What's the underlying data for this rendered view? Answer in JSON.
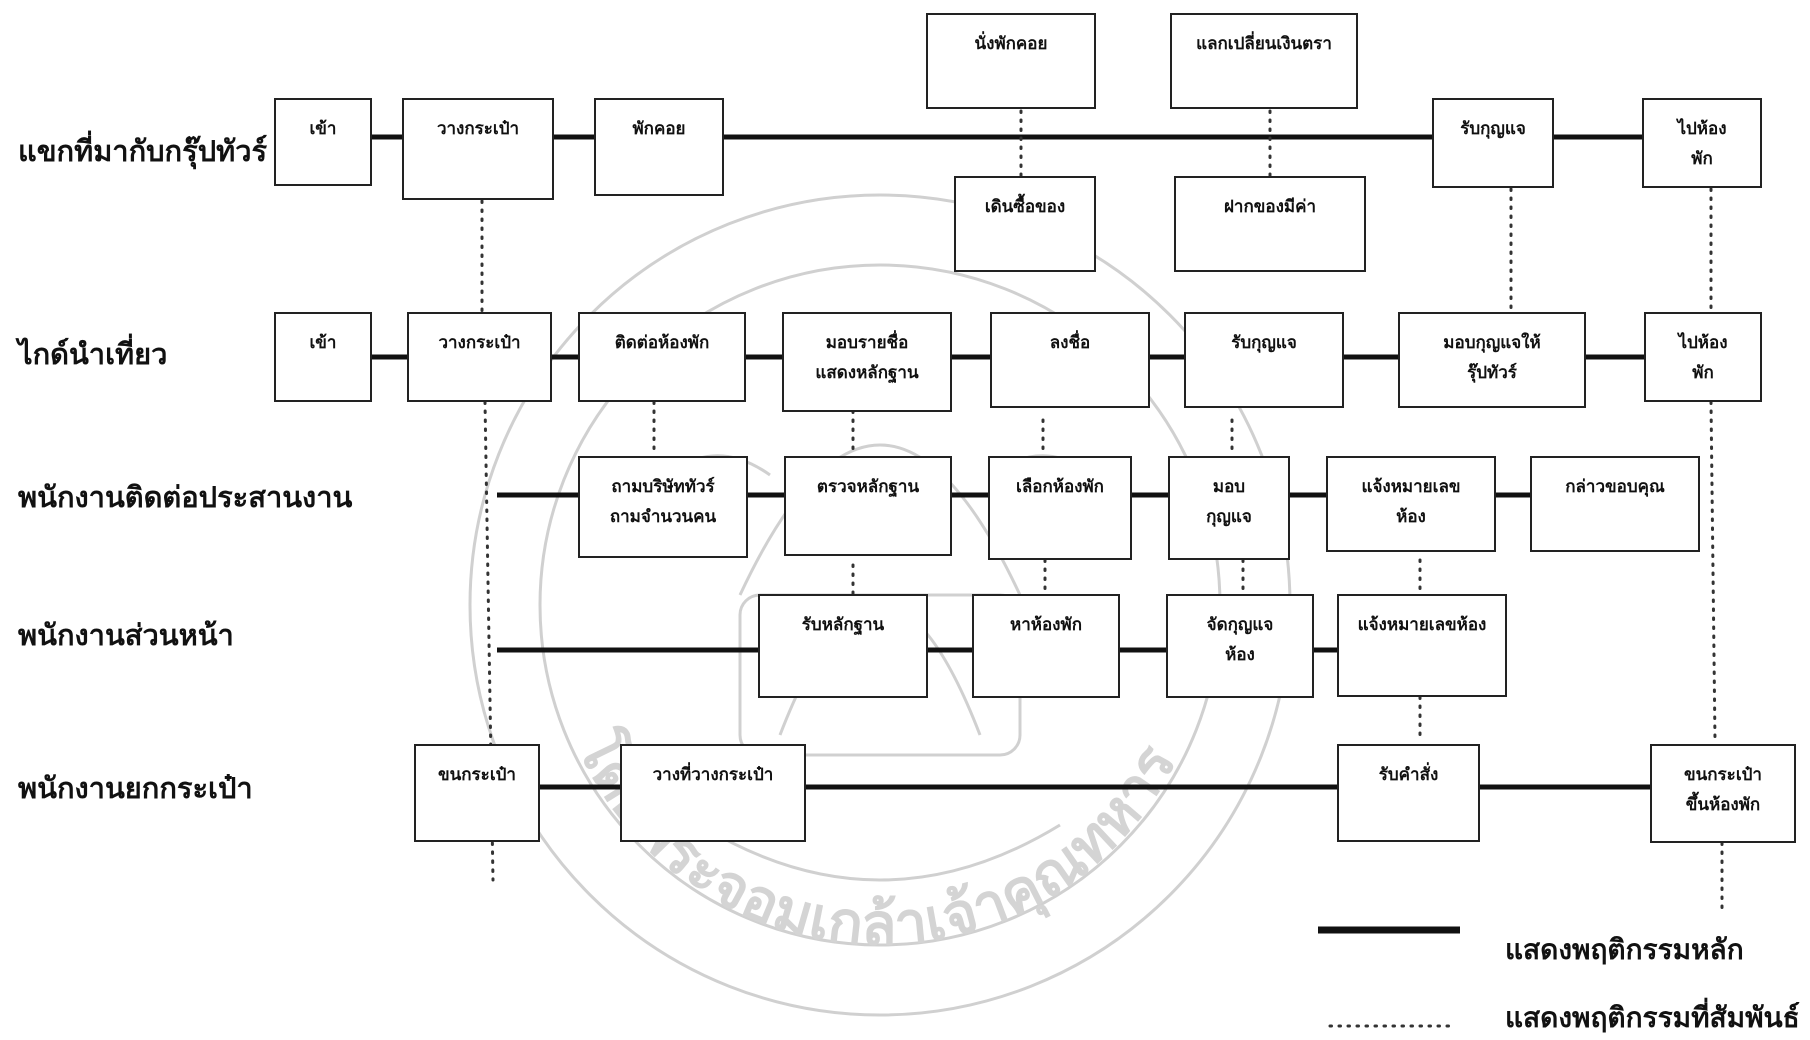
{
  "lanes": {
    "guests": "แขกที่มากับกรุ๊ปทัวร์",
    "guide": "ไกด์นำเที่ยว",
    "coordinator": "พนักงานติดต่อประสานงาน",
    "front": "พนักงานส่วนหน้า",
    "porter": "พนักงานยกกระเป๋า"
  },
  "boxes": {
    "g_enter": [
      "เข้า"
    ],
    "g_bag": [
      "วางกระเป๋า"
    ],
    "g_wait": [
      "พักคอย"
    ],
    "g_sit": [
      "นั่งพักคอย"
    ],
    "g_shop": [
      "เดินซื้อของ"
    ],
    "g_exchange": [
      "แลกเปลี่ยนเงินตรา"
    ],
    "g_deposit": [
      "ฝากของมีค่า"
    ],
    "g_key": [
      "รับกุญแจ"
    ],
    "g_room": [
      "ไปห้อง",
      "พัก"
    ],
    "t_enter": [
      "เข้า"
    ],
    "t_bag": [
      "วางกระเป๋า"
    ],
    "t_contact": [
      "ติดต่อห้องพัก"
    ],
    "t_list": [
      "มอบรายชื่อ",
      "แสดงหลักฐาน"
    ],
    "t_sign": [
      "ลงชื่อ"
    ],
    "t_key": [
      "รับกุญแจ"
    ],
    "t_give": [
      "มอบกุญแจให้",
      "รุ๊ปทัวร์"
    ],
    "t_room": [
      "ไปห้อง",
      "พัก"
    ],
    "c_ask": [
      "ถามบริษัททัวร์",
      "ถามจำนวนคน"
    ],
    "c_check": [
      "ตรวจหลักฐาน"
    ],
    "c_choose": [
      "เลือกห้องพัก"
    ],
    "c_give": [
      "มอบ",
      "กุญแจ"
    ],
    "c_inform": [
      "แจ้งหมายเลข",
      "ห้อง"
    ],
    "c_thank": [
      "กล่าวขอบคุณ"
    ],
    "f_receive": [
      "รับหลักฐาน"
    ],
    "f_find": [
      "หาห้องพัก"
    ],
    "f_prep": [
      "จัดกุญแจ",
      "ห้อง"
    ],
    "f_inform": [
      "แจ้งหมายเลขห้อง"
    ],
    "p_carry": [
      "ขนกระเป๋า"
    ],
    "p_place": [
      "วางที่วางกระเป๋า"
    ],
    "p_order": [
      "รับคำสั่ง"
    ],
    "p_up": [
      "ขนกระเป๋า",
      "ขึ้นห้องพัก"
    ]
  },
  "legend": {
    "main": "แสดงพฤติกรรมหลัก",
    "related": "แสดงพฤติกรรมที่สัมพันธ์"
  },
  "watermark_text": "โดยพระจอมเกล้าเจ้าคุณทหาร"
}
